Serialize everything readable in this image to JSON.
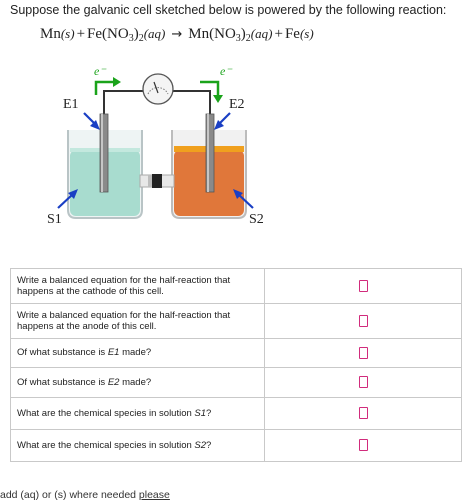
{
  "intro": "Suppose the galvanic cell sketched below is powered by the following reaction:",
  "reaction": {
    "left_metal": "Mn",
    "left_metal_state": "(s)",
    "plus1": "+",
    "left_salt_metal": "Fe",
    "no3": "NO",
    "sub3": "3",
    "sub2": "2",
    "aq": "(aq)",
    "arrow": "→",
    "right_salt_metal": "Mn",
    "plus2": "+",
    "right_metal": "Fe",
    "right_metal_state": "(s)"
  },
  "diagram": {
    "electron_left": "e⁻",
    "electron_right": "e⁻",
    "electrode_left_label": "E1",
    "electrode_right_label": "E2",
    "solution_left_label": "S1",
    "solution_right_label": "S2",
    "colors": {
      "arrow_green": "#1aa31a",
      "pointer_blue": "#1a3fc4",
      "solution_left": "#a8dccf",
      "solution_right": "#e0773a",
      "electrode": "#8a8a8a"
    }
  },
  "questions": [
    {
      "text": "Write a balanced equation for the half-reaction that happens at the cathode of this cell."
    },
    {
      "text": "Write a balanced equation for the half-reaction that happens at the anode of this cell."
    },
    {
      "pre": "Of what substance is ",
      "em": "E1",
      "post": " made?"
    },
    {
      "pre": "Of what substance is ",
      "em": "E2",
      "post": " made?"
    },
    {
      "pre": "What are the chemical species in solution ",
      "em": "S1",
      "post": "?"
    },
    {
      "pre": "What are the chemical species in solution ",
      "em": "S2",
      "post": "?"
    }
  ],
  "footnote": {
    "text": "add (aq) or (s) where needed ",
    "please": "please"
  }
}
